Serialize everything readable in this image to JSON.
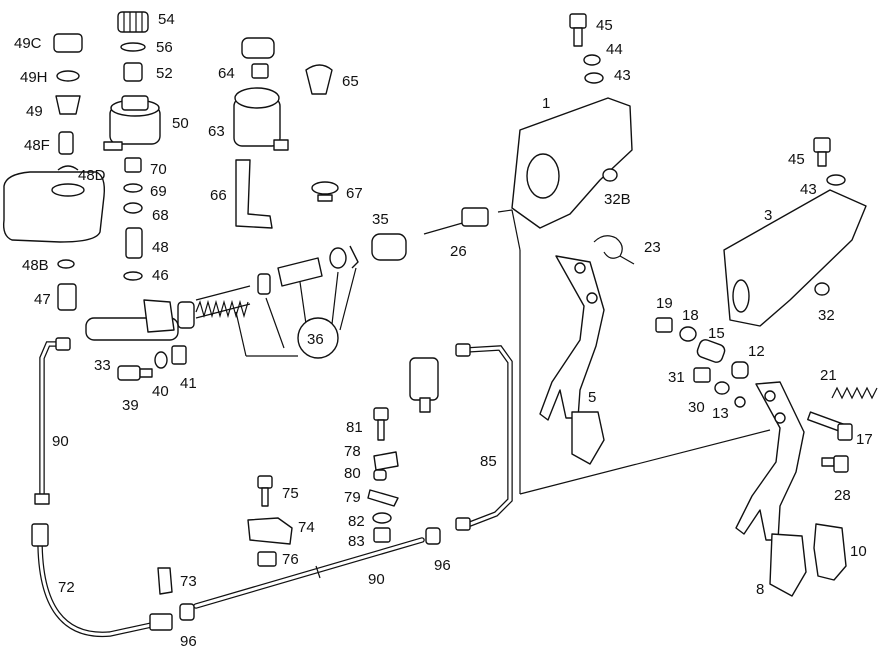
{
  "callouts": {
    "p1": "1",
    "p3": "3",
    "p5": "5",
    "p8": "8",
    "p10": "10",
    "p12": "12",
    "p13": "13",
    "p15": "15",
    "p17": "17",
    "p18": "18",
    "p19": "19",
    "p21": "21",
    "p23": "23",
    "p26": "26",
    "p28": "28",
    "p30": "30",
    "p31": "31",
    "p32": "32",
    "p32B": "32B",
    "p33": "33",
    "p35": "35",
    "p36": "36",
    "p39": "39",
    "p40": "40",
    "p41": "41",
    "p43a": "43",
    "p43b": "43",
    "p44": "44",
    "p45a": "45",
    "p45b": "45",
    "p46": "46",
    "p47": "47",
    "p48": "48",
    "p48B": "48B",
    "p48D": "48D",
    "p48F": "48F",
    "p49": "49",
    "p49C": "49C",
    "p49H": "49H",
    "p50": "50",
    "p52": "52",
    "p54": "54",
    "p56": "56",
    "p63": "63",
    "p64": "64",
    "p65": "65",
    "p66": "66",
    "p67": "67",
    "p68": "68",
    "p69": "69",
    "p70": "70",
    "p72": "72",
    "p73": "73",
    "p74": "74",
    "p75": "75",
    "p76": "76",
    "p78": "78",
    "p79": "79",
    "p80": "80",
    "p81": "81",
    "p82": "82",
    "p83": "83",
    "p85": "85",
    "p90a": "90",
    "p90b": "90",
    "p96a": "96",
    "p96b": "96"
  },
  "colors": {
    "ink": "#111111",
    "paper": "#ffffff"
  }
}
